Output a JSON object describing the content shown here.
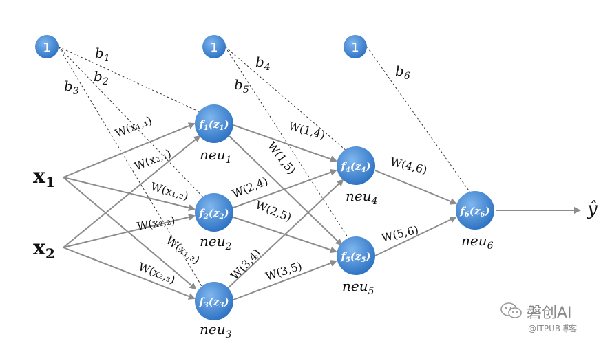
{
  "bias_nodes": [
    {
      "id": "bias1",
      "label": "1"
    },
    {
      "id": "bias2",
      "label": "1"
    },
    {
      "id": "bias3",
      "label": "1"
    }
  ],
  "inputs": [
    {
      "id": "x1",
      "base": "x",
      "sub": "1"
    },
    {
      "id": "x2",
      "base": "x",
      "sub": "2"
    }
  ],
  "neurons": [
    {
      "id": "n1",
      "fsub": "1",
      "zsub": "1",
      "name": "neu",
      "namesub": "1"
    },
    {
      "id": "n2",
      "fsub": "2",
      "zsub": "2",
      "name": "neu",
      "namesub": "2"
    },
    {
      "id": "n3",
      "fsub": "3",
      "zsub": "3",
      "name": "neu",
      "namesub": "3"
    },
    {
      "id": "n4",
      "fsub": "4",
      "zsub": "4",
      "name": "neu",
      "namesub": "4"
    },
    {
      "id": "n5",
      "fsub": "5",
      "zsub": "5",
      "name": "neu",
      "namesub": "5"
    },
    {
      "id": "n6",
      "fsub": "6",
      "zsub": "6",
      "name": "neu",
      "namesub": "6"
    }
  ],
  "output": {
    "label": "ŷ"
  },
  "bias_labels": [
    {
      "id": "b1",
      "base": "b",
      "sub": "1"
    },
    {
      "id": "b2",
      "base": "b",
      "sub": "2"
    },
    {
      "id": "b3",
      "base": "b",
      "sub": "3"
    },
    {
      "id": "b4",
      "base": "b",
      "sub": "4"
    },
    {
      "id": "b5",
      "base": "b",
      "sub": "5"
    },
    {
      "id": "b6",
      "base": "b",
      "sub": "6"
    }
  ],
  "weights": [
    {
      "id": "wx11",
      "text": "W(x₁,₁)"
    },
    {
      "id": "wx21",
      "text": "W(x₂,₁)"
    },
    {
      "id": "wx12",
      "text": "W(x₁,₂)"
    },
    {
      "id": "wx22",
      "text": "W(x₂,₂)"
    },
    {
      "id": "wx13",
      "text": "W(x₁,₃)"
    },
    {
      "id": "wx23",
      "text": "W(x₂,₃)"
    },
    {
      "id": "w14",
      "text": "W(1,4)"
    },
    {
      "id": "w15",
      "text": "W(1,5)"
    },
    {
      "id": "w24",
      "text": "W(2,4)"
    },
    {
      "id": "w25",
      "text": "W(2,5)"
    },
    {
      "id": "w34",
      "text": "W(3,4)"
    },
    {
      "id": "w35",
      "text": "W(3,5)"
    },
    {
      "id": "w46",
      "text": "W(4,6)"
    },
    {
      "id": "w56",
      "text": "W(5,6)"
    }
  ],
  "watermark": {
    "title": "磐创AI",
    "subtitle": "@ITPUB博客",
    "icon": "wechat-icon"
  },
  "colors": {
    "node": "#4a90d9",
    "node_dark": "#2f6fb7",
    "arrow": "#8c8c8c",
    "dashed": "#333333",
    "text": "#111111"
  }
}
